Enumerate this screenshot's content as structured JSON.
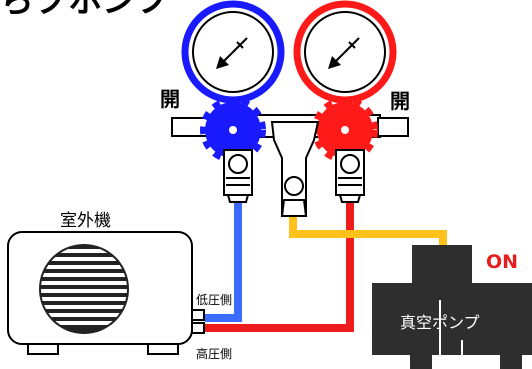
{
  "labels": {
    "header_partial": "らプホンフ",
    "open_left": "開",
    "open_right": "開",
    "outdoor_unit": "室外機",
    "low_side": "低圧側",
    "high_side": "高圧側",
    "pump_on": "ON",
    "vacuum_pump": "真空ポンプ"
  },
  "colors": {
    "low_pressure": "#1a1aff",
    "high_pressure": "#ff1a1a",
    "low_hose": "#3b6cff",
    "high_hose": "#ee1c1c",
    "pump_hose": "#ffc21a",
    "pump_body": "#2e2e2e",
    "on_text": "#e61e1e"
  }
}
